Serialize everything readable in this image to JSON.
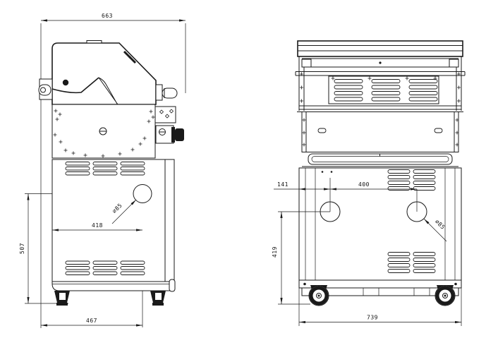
{
  "drawing": {
    "type": "technical-orthographic-drawing",
    "subject": "grill cart with hood, two views with dimension annotations",
    "colors": {
      "line": "#1a1a1a",
      "background": "#ffffff"
    },
    "dimensions": {
      "side_view": {
        "overall_depth": "663",
        "hole_offset_horizontal": "418",
        "hole_height": "507",
        "base_depth": "467",
        "hole_diameter": "⌀85"
      },
      "front_view": {
        "left_edge_to_hole": "141",
        "hole_spacing": "400",
        "hole_height": "419",
        "overall_width": "739",
        "hole_diameter": "⌀85"
      }
    }
  }
}
